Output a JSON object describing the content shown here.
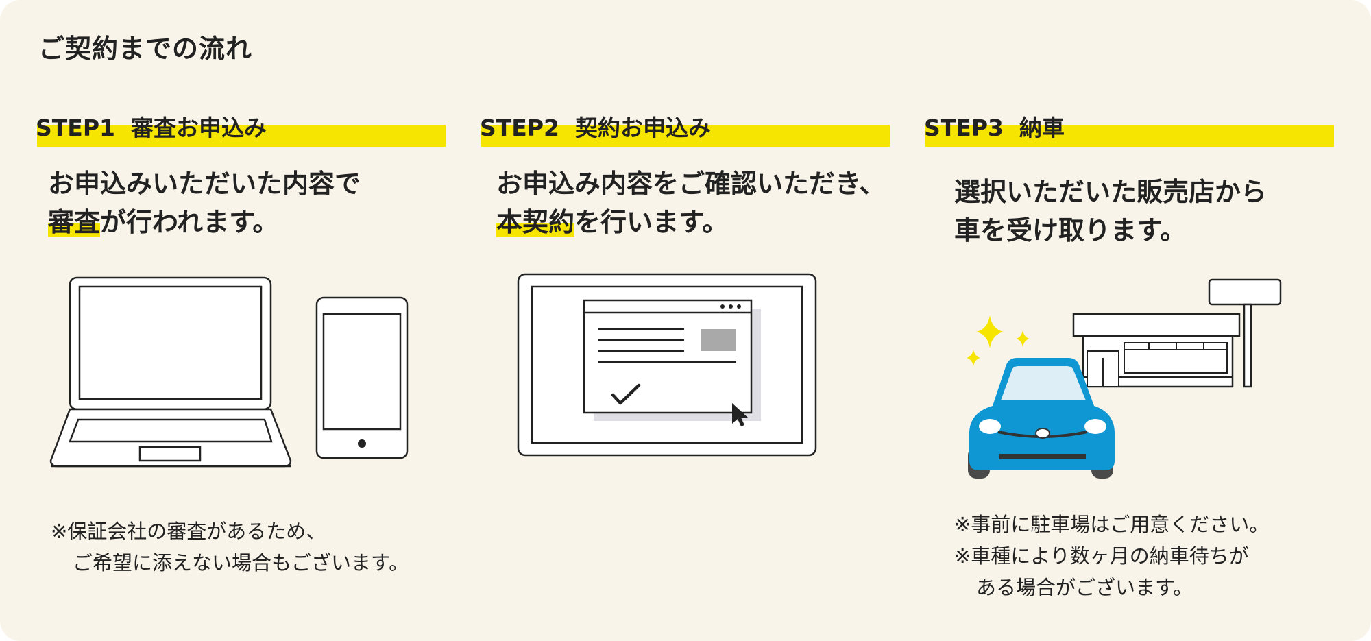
{
  "page_title": "ご契約までの流れ",
  "steps": [
    {
      "heading": "STEP1  審査お申込み",
      "lead_line1": "お申込みいただいた内容で",
      "lead_line2_highlight": "審査",
      "lead_line2_rest": "が行われます。",
      "note_line1": "※保証会社の審査があるため、",
      "note_line2": "ご希望に添えない場合もございます。"
    },
    {
      "heading": "STEP2  契約お申込み",
      "lead_line1": "お申込み内容をご確認いただき、",
      "lead_line2_highlight": "本契約",
      "lead_line2_rest": "を行います。"
    },
    {
      "heading": "STEP3  納車",
      "lead_line1": "選択いただいた販売店から",
      "lead_line2": "車を受け取ります。",
      "note1": "※事前に駐車場はご用意ください。",
      "note2_line1": "※車種により数ヶ月の納車待ちが",
      "note2_line2": "ある場合がございます。"
    }
  ],
  "colors": {
    "background": "#f9f4ea",
    "highlight": "#f6e500",
    "car_blue": "#0e97d3",
    "sparkle": "#f6e500"
  },
  "icons": {
    "step1": [
      "laptop-icon",
      "smartphone-icon"
    ],
    "step2": [
      "tablet-form-icon",
      "checkmark-icon",
      "cursor-icon"
    ],
    "step3": [
      "car-icon",
      "dealership-icon",
      "sparkle-icon"
    ]
  }
}
